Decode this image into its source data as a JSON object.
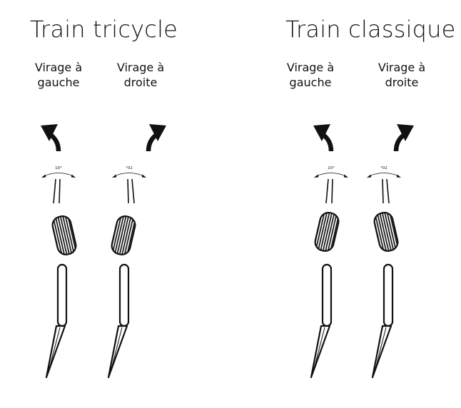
{
  "titles": {
    "tricycle": "Train tricycle",
    "classique": "Train classique"
  },
  "labels": {
    "left_line1": "Virage à",
    "left_line2": "gauche",
    "right_line1": "Virage à",
    "right_line2": "droite"
  },
  "angle_text": "10°",
  "colors": {
    "ink": "#111111",
    "background": "#ffffff"
  },
  "icons": [
    "turn-arrow-icon",
    "steering-angle-icon",
    "wheel-icon",
    "leg-icon"
  ]
}
